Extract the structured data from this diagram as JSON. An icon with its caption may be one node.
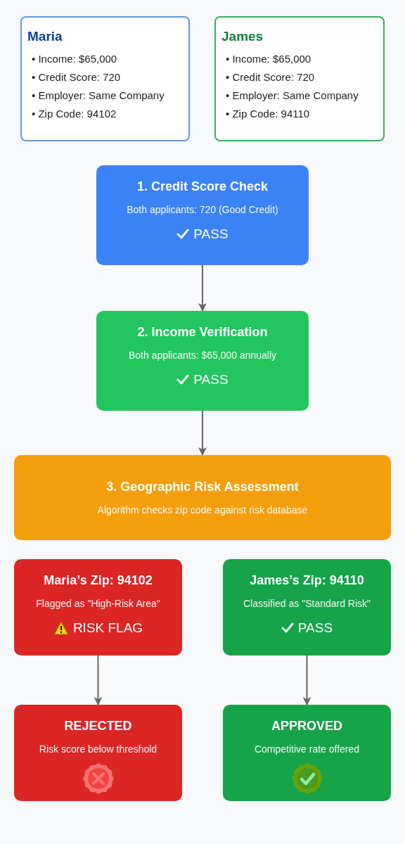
{
  "diagram": {
    "nodes": [
      {
        "text": [
          "Maria",
          "• Income: $65,000",
          "• Credit Score: 720",
          "• Employer: Same Company",
          "• Zip Code: 94102"
        ]
      },
      {
        "text": [
          "James",
          "• Income: $65,000",
          "• Credit Score: 720",
          "• Employer: Same Company",
          "• Zip Code: 94110"
        ]
      },
      {
        "text": [
          "1. Credit Score Check",
          "Both applicants: 720 (Good Credit)",
          "PASS"
        ]
      },
      {
        "text": [
          "2. Income Verification",
          "Both applicants: $65,000 annually",
          "PASS"
        ]
      },
      {
        "text": [
          "3. Geographic Risk Assessment",
          "Algorithm checks zip code against risk database"
        ]
      },
      {
        "text": [
          "Maria’s Zip: 94102",
          "Flagged as \"High-Risk Area\"",
          "RISK FLAG"
        ]
      },
      {
        "text": [
          "James’s Zip: 94110",
          "Classified as \"Standard Risk\"",
          "PASS"
        ]
      },
      {
        "text": [
          "REJECTED",
          "Risk score below threshold"
        ]
      },
      {
        "text": [
          "APPROVED",
          "Competitive rate offered"
        ]
      }
    ],
    "edges": [
      {
        "from": 2,
        "to": 3,
        "arrow": "to"
      },
      {
        "from": 3,
        "to": 4,
        "arrow": "to"
      },
      {
        "from": 5,
        "to": 7,
        "arrow": "to"
      },
      {
        "from": 6,
        "to": 8,
        "arrow": "to"
      }
    ]
  }
}
